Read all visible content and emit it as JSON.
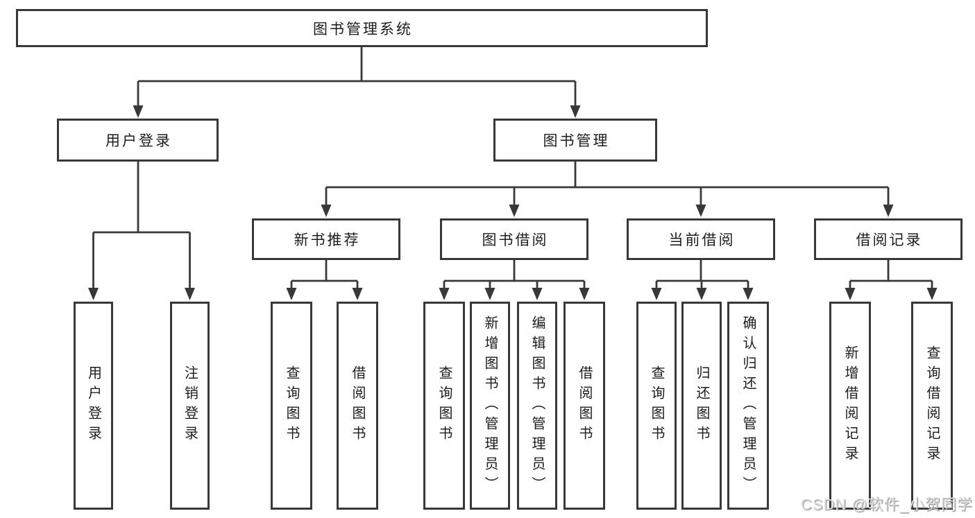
{
  "tree": {
    "root": {
      "label": "图书管理系统"
    },
    "branches": [
      {
        "label": "用户登录",
        "leaves": [
          {
            "label": "用户登录"
          },
          {
            "label": "注销登录"
          }
        ]
      },
      {
        "label": "图书管理",
        "groups": [
          {
            "label": "新书推荐",
            "leaves": [
              {
                "label": "查询图书"
              },
              {
                "label": "借阅图书"
              }
            ]
          },
          {
            "label": "图书借阅",
            "leaves": [
              {
                "label": "查询图书"
              },
              {
                "label": "新增图书（管理员）"
              },
              {
                "label": "编辑图书（管理员）"
              },
              {
                "label": "借阅图书"
              }
            ]
          },
          {
            "label": "当前借阅",
            "leaves": [
              {
                "label": "查询图书"
              },
              {
                "label": "归还图书"
              },
              {
                "label": "确认归还（管理员）"
              }
            ]
          },
          {
            "label": "借阅记录",
            "leaves": [
              {
                "label": "新增借阅记录"
              },
              {
                "label": "查询借阅记录"
              }
            ]
          }
        ]
      }
    ]
  },
  "watermark": "CSDN @软件_小贺同学"
}
